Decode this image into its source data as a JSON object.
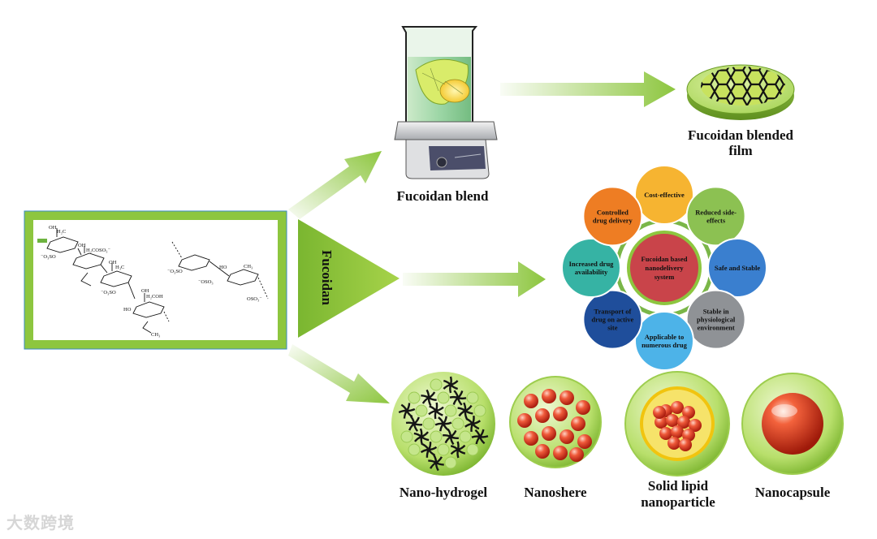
{
  "structure_box": {
    "border_color": "#7ac143",
    "accent": "#8dc63f"
  },
  "labels": {
    "fucoidan_blend": "Fucoidan blend",
    "fucoidan_blended_film_line1": "Fucoidan blended",
    "fucoidan_blended_film_line2": "film",
    "fucoidan_triangle": "Fucoidan",
    "nano_hydrogel": "Nano-hydrogel",
    "nanoshere": "Nanoshere",
    "solid_lipid_line1": "Solid lipid",
    "solid_lipid_line2": "nanoparticle",
    "nanocapsule": "Nanocapsule"
  },
  "nanodelivery": {
    "center": [
      "Fucoidan based",
      "nanodelivery",
      "system"
    ],
    "nodes": [
      {
        "lines": [
          "Cost-effective"
        ],
        "color": "#f6b431"
      },
      {
        "lines": [
          "Reduced side-",
          "effects"
        ],
        "color": "#8cc152"
      },
      {
        "lines": [
          "Safe and Stable"
        ],
        "color": "#3a7fcf"
      },
      {
        "lines": [
          "Stable in",
          "physiological",
          "environment"
        ],
        "color": "#8f9296"
      },
      {
        "lines": [
          "Applicable to",
          "numerous drug"
        ],
        "color": "#4db3e8"
      },
      {
        "lines": [
          "Transport of",
          "drug on active",
          "site"
        ],
        "color": "#1f4e9b"
      },
      {
        "lines": [
          "Increased drug",
          "availability"
        ],
        "color": "#36b3a4"
      },
      {
        "lines": [
          "Controlled",
          "drug delivery"
        ],
        "color": "#ee7d23"
      }
    ]
  },
  "chem_labels": [
    "OH",
    "H₂C",
    "⁻O₃SO",
    "OH",
    "H₂COSO₃⁻",
    "OH",
    "H₃C",
    "⁻O₃SO",
    "OH",
    "H₂COH",
    "HO",
    "CH₃",
    "⁻O₃SO",
    "⁻OSO₃",
    "HO",
    "CH₃",
    "OSO₃⁻"
  ],
  "watermark": "大数跨境"
}
